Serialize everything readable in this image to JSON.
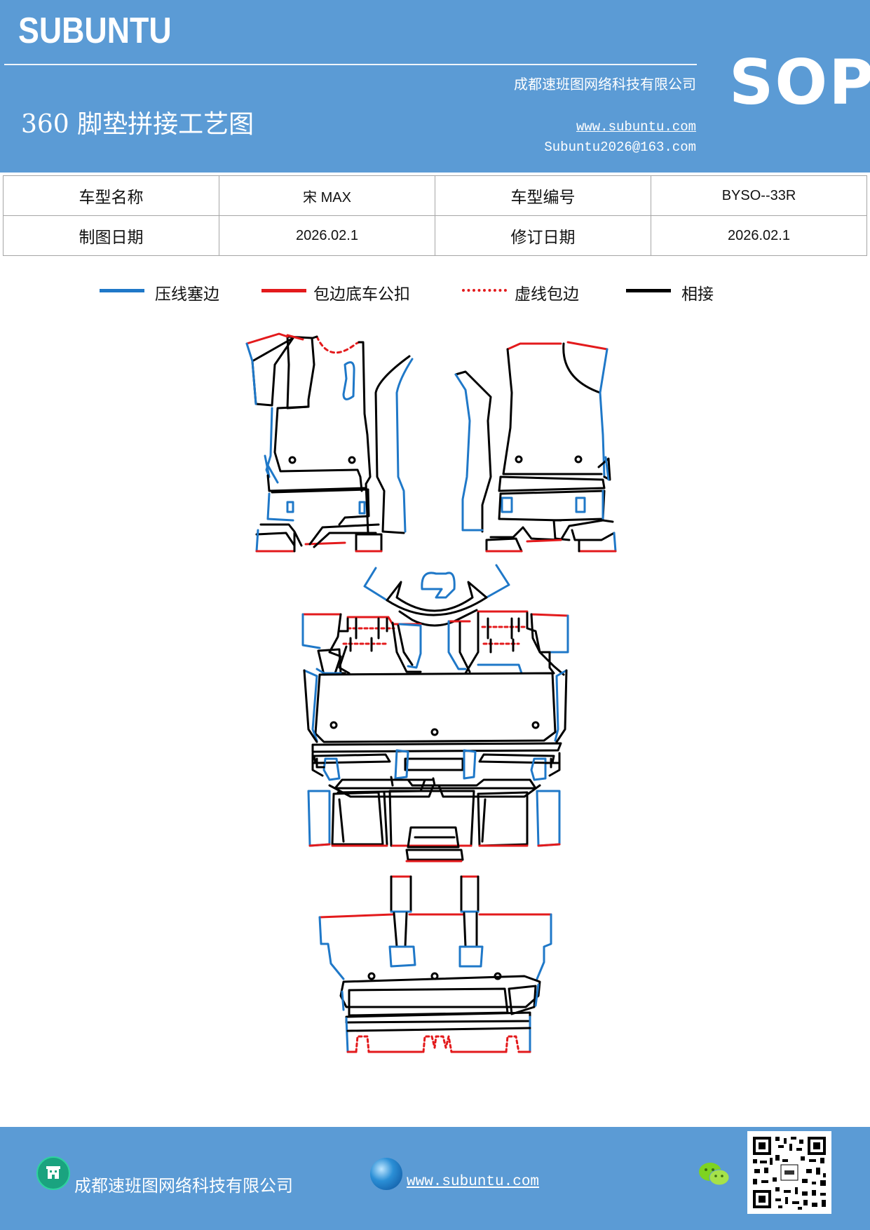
{
  "header": {
    "brand": "SUBUNTU",
    "company": "成都速班图网络科技有限公司",
    "title": "360 脚垫拼接工艺图",
    "website": "www.subuntu.com",
    "email": "Subuntu2026@163.com",
    "badge": "SOP"
  },
  "info": {
    "model_name_label": "车型名称",
    "model_name_value": "宋 MAX",
    "model_code_label": "车型编号",
    "model_code_value": "BYSO--33R",
    "draw_date_label": "制图日期",
    "draw_date_value": "2026.02.1",
    "revise_date_label": "修订日期",
    "revise_date_value": "2026.02.1"
  },
  "legend": [
    {
      "label": "压线塞边",
      "color": "#1f78c8",
      "style": "solid"
    },
    {
      "label": "包边底车公扣",
      "color": "#e31a1c",
      "style": "solid"
    },
    {
      "label": "虚线包边",
      "color": "#e31a1c",
      "style": "dotted"
    },
    {
      "label": "相接",
      "color": "#000000",
      "style": "solid"
    }
  ],
  "colors": {
    "header_bg": "#5b9bd5",
    "press_edge": "#1f78c8",
    "wrap_edge": "#e31a1c",
    "joint": "#000000"
  },
  "footer": {
    "company": "成都速班图网络科技有限公司",
    "website": "www.subuntu.com"
  },
  "icons": {
    "company": "building-icon",
    "website": "globe-icon",
    "wechat": "wechat-icon",
    "qr": "qr-code-icon"
  }
}
